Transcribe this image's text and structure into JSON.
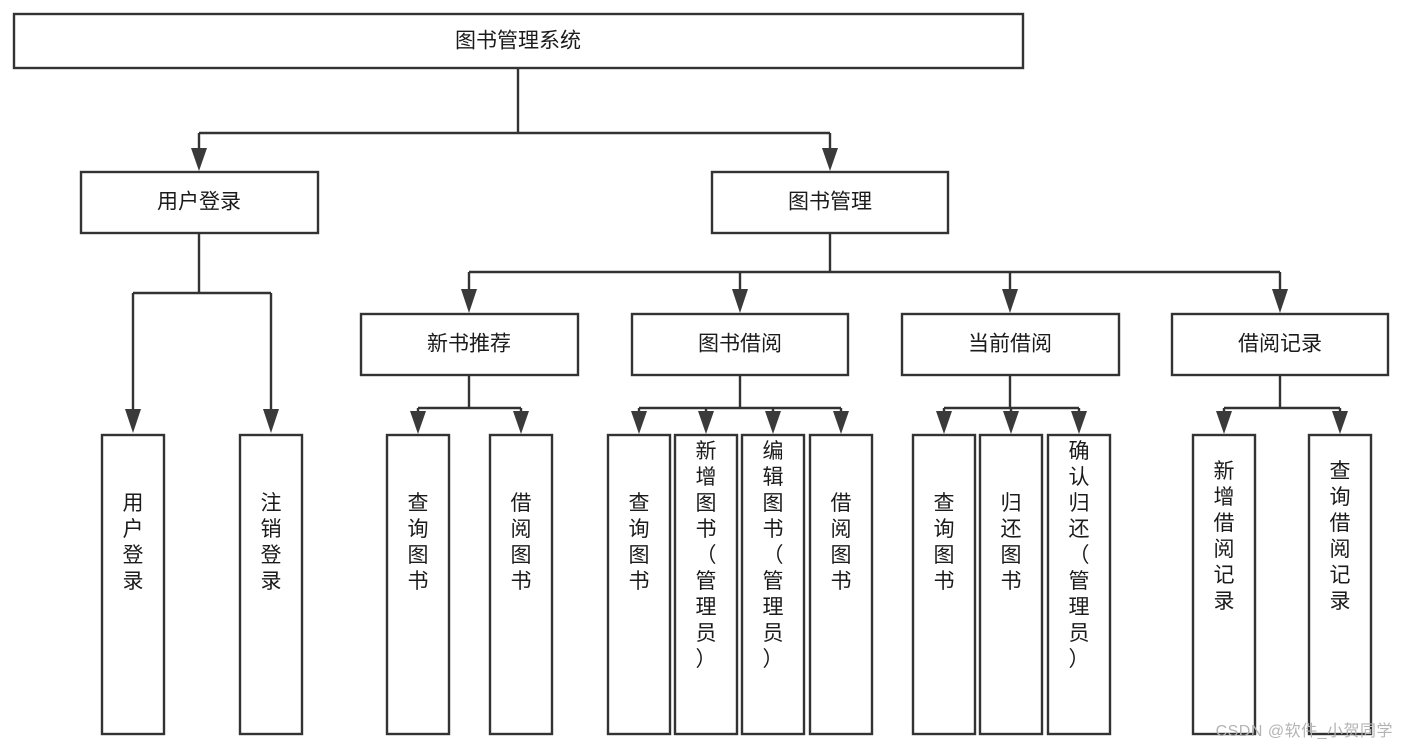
{
  "diagram": {
    "title": "图书管理系统",
    "type": "tree-hierarchy",
    "watermark": "CSDN @软件_小贺同学",
    "colors": {
      "box_stroke": "#333333",
      "box_fill": "#ffffff",
      "text": "#1b1b1b",
      "arrow": "#3a3a3a",
      "watermark": "#b4b4b4",
      "background": "#ffffff"
    },
    "levels": {
      "root": {
        "label": "图书管理系统"
      },
      "level1": [
        {
          "label": "用户登录"
        },
        {
          "label": "图书管理"
        }
      ],
      "level2": [
        {
          "label": "新书推荐"
        },
        {
          "label": "图书借阅"
        },
        {
          "label": "当前借阅"
        },
        {
          "label": "借阅记录"
        }
      ]
    },
    "nodes": {
      "root": "图书管理系统",
      "user_login": "用户登录",
      "book_manage": "图书管理",
      "new_book_recommend": "新书推荐",
      "book_borrow": "图书借阅",
      "current_borrow": "当前借阅",
      "borrow_record": "借阅记录",
      "leaf_user_login": "用户登录",
      "leaf_logout": "注销登录",
      "leaf_query_book_1": "查询图书",
      "leaf_borrow_book_1": "借阅图书",
      "leaf_query_book_2": "查询图书",
      "leaf_add_book_admin": "新增图书（管理员）",
      "leaf_edit_book_admin": "编辑图书（管理员）",
      "leaf_borrow_book_2": "借阅图书",
      "leaf_query_book_3": "查询图书",
      "leaf_return_book": "归还图书",
      "leaf_confirm_return_admin": "确认归还（管理员）",
      "leaf_add_borrow_record": "新增借阅记录",
      "leaf_query_borrow_record": "查询借阅记录"
    },
    "edges": [
      {
        "from": "图书管理系统",
        "to": "用户登录"
      },
      {
        "from": "图书管理系统",
        "to": "图书管理"
      },
      {
        "from": "用户登录",
        "to": "用户登录"
      },
      {
        "from": "用户登录",
        "to": "注销登录"
      },
      {
        "from": "图书管理",
        "to": "新书推荐"
      },
      {
        "from": "图书管理",
        "to": "图书借阅"
      },
      {
        "from": "图书管理",
        "to": "当前借阅"
      },
      {
        "from": "图书管理",
        "to": "借阅记录"
      },
      {
        "from": "新书推荐",
        "to": "查询图书"
      },
      {
        "from": "新书推荐",
        "to": "借阅图书"
      },
      {
        "from": "图书借阅",
        "to": "查询图书"
      },
      {
        "from": "图书借阅",
        "to": "新增图书（管理员）"
      },
      {
        "from": "图书借阅",
        "to": "编辑图书（管理员）"
      },
      {
        "from": "图书借阅",
        "to": "借阅图书"
      },
      {
        "from": "当前借阅",
        "to": "查询图书"
      },
      {
        "from": "当前借阅",
        "to": "归还图书"
      },
      {
        "from": "当前借阅",
        "to": "确认归还（管理员）"
      },
      {
        "from": "借阅记录",
        "to": "新增借阅记录"
      },
      {
        "from": "借阅记录",
        "to": "查询借阅记录"
      }
    ]
  }
}
